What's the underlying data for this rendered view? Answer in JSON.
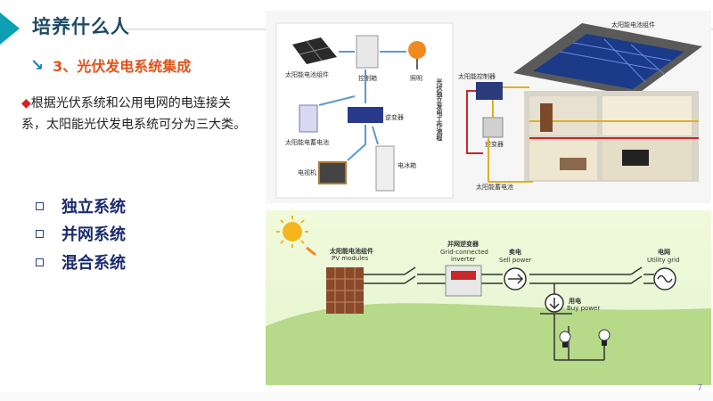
{
  "title": "培养什么人",
  "subtitle": "3、光伏发电系统集成",
  "subtitle_icon": "down-right-arrow-icon",
  "paragraph_marker": "◆",
  "paragraph": "根据光伏系统和公用电网的电连接关系，太阳能光伏发电系统可分为三大类。",
  "bullets": [
    "独立系统",
    "并网系统",
    "混合系统"
  ],
  "page_number": "7",
  "diagram1": {
    "pv_module": "太阳能电池组件",
    "controller": "控制箱",
    "lighting": "照明",
    "battery": "太阳能电蓄电池",
    "inverter": "逆变器",
    "tv": "电视机",
    "fridge": "电冰箱",
    "flow_title": "光伏独立发电工作流程"
  },
  "diagram2": {
    "pv_module": "太阳能电池组件",
    "controller": "太阳能控制器",
    "inverter": "逆变器",
    "battery": "太阳能蓄电池"
  },
  "diagram3": {
    "pv_cn": "太阳能电池组件",
    "pv_en": "PV modules",
    "inv_cn": "并网逆变器",
    "inv_en1": "Grid-connected",
    "inv_en2": "inverter",
    "sell_cn": "卖电",
    "sell_en": "Sell power",
    "grid_cn": "电网",
    "grid_en": "Utility grid",
    "buy_cn": "用电",
    "buy_en": "Buy power"
  },
  "colors": {
    "accent": "#0e9fb4",
    "title": "#1d4a63",
    "subtitle": "#e0531a",
    "bullet": "#1b2b6e"
  }
}
